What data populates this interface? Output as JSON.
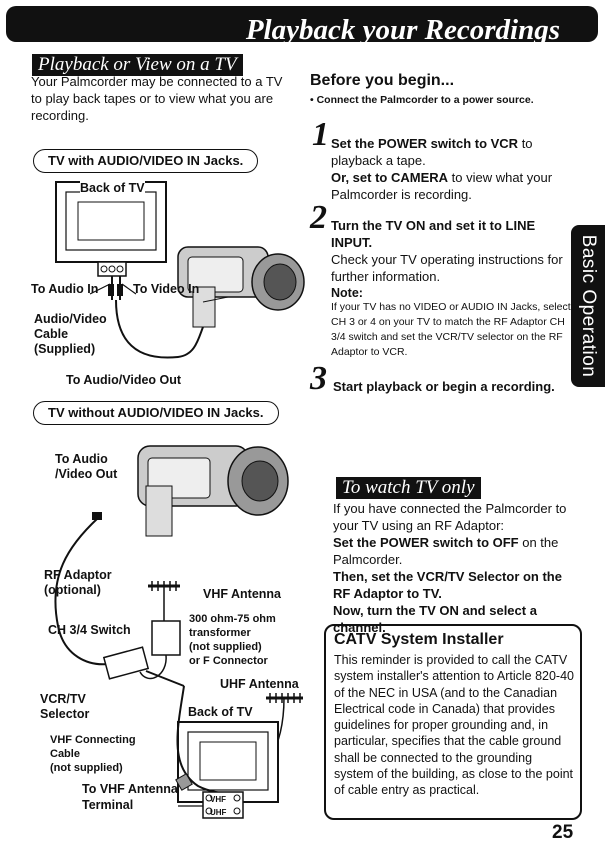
{
  "page": {
    "title": "Playback your Recordings",
    "page_number": "25",
    "side_tab": "Basic Operation"
  },
  "left": {
    "section_title": "Playback or View on a TV",
    "intro": "Your Palmcorder may be connected to a TV to play back tapes or to view what you are recording.",
    "diagram1": {
      "heading": "TV with AUDIO/VIDEO IN Jacks.",
      "back_of_tv": "Back of TV",
      "to_audio_in": "To Audio In",
      "to_video_in": "To Video In",
      "cable_l1": "Audio/Video",
      "cable_l2": "Cable",
      "cable_l3": "(Supplied)",
      "to_av_out": "To Audio/Video Out"
    },
    "diagram2": {
      "heading": "TV without AUDIO/VIDEO IN Jacks.",
      "to_audio": "To Audio",
      "video_out": "/Video Out",
      "rf_adaptor": "RF Adaptor",
      "optional": "(optional)",
      "vhf_antenna": "VHF Antenna",
      "ch34": "CH 3/4 Switch",
      "xf1": "300 ohm-75 ohm",
      "xf2": "transformer",
      "xf3": "(not supplied)",
      "xf4": "or F Connector",
      "uhf_antenna": "UHF Antenna",
      "vcr_tv": "VCR/TV",
      "selector": "Selector",
      "back_of_tv": "Back of TV",
      "vhf_cable1": "VHF Connecting",
      "vhf_cable2": "Cable",
      "vhf_cable3": "(not supplied)",
      "to_vhf1": "To VHF Antenna",
      "to_vhf2": "Terminal",
      "vhf_jack": "VHF",
      "uhf_jack": "UHF"
    }
  },
  "right": {
    "before_heading": "Before you begin...",
    "before_bullet": "• Connect the Palmcorder to a power source.",
    "step1": {
      "num": "1",
      "bold1": "Set the POWER switch to VCR",
      "plain1": " to playback a tape.",
      "bold2": "Or, set to CAMERA",
      "plain2": " to view what your Palmcorder is recording."
    },
    "step2": {
      "num": "2",
      "bold1": "Turn the TV ON and set it to LINE INPUT.",
      "plain1": "Check your TV operating instructions for further information.",
      "note_label": "Note:",
      "note": "If your TV has no VIDEO or AUDIO IN Jacks, select CH 3 or 4 on your TV to match the RF Adaptor CH 3/4 switch and set the VCR/TV selector on the RF Adaptor to VCR."
    },
    "step3": {
      "num": "3",
      "bold1": "Start playback or begin a recording."
    },
    "watch_heading": "To watch TV only",
    "watch_intro": "If you have connected the Palmcorder to your TV using an RF Adaptor:",
    "watch_b1": "Set the POWER switch to OFF",
    "watch_p1": " on the Palmcorder.",
    "watch_b2": "Then, set the VCR/TV Selector on the RF Adaptor to TV.",
    "watch_b3": "Now, turn the TV ON and select a channel.",
    "catv_title": "CATV System Installer",
    "catv_body": "This reminder is provided to call the CATV system installer's attention to Article 820-40 of the NEC in USA (and to the Canadian Electrical code in Canada) that provides guidelines for proper grounding and, in particular, specifies that the cable ground shall be connected to the grounding system of the building, as close to the point of cable entry as practical."
  }
}
